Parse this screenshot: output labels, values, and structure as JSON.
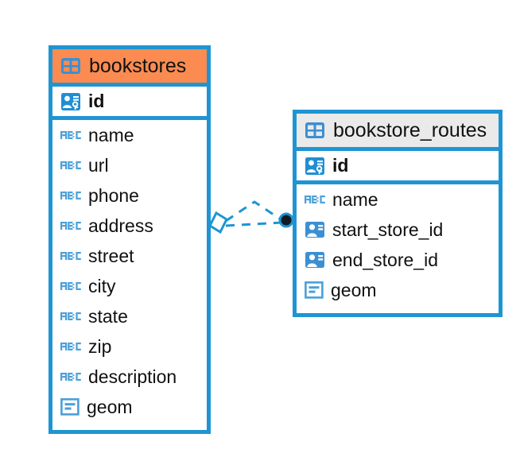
{
  "diagram": {
    "title": "",
    "accent_color": "#1e95d2",
    "header_highlight_color": "#fb8b50",
    "header_default_color": "#eaeaea",
    "tables": [
      {
        "name": "bookstores",
        "header_icon": "table-icon",
        "header_style": "orange",
        "columns": [
          {
            "name": "id",
            "icon": "primary-key-icon",
            "key": true
          },
          {
            "name": "name",
            "icon": "abc-text-icon",
            "key": false
          },
          {
            "name": "url",
            "icon": "abc-text-icon",
            "key": false
          },
          {
            "name": "phone",
            "icon": "abc-text-icon",
            "key": false
          },
          {
            "name": "address",
            "icon": "abc-text-icon",
            "key": false
          },
          {
            "name": "street",
            "icon": "abc-text-icon",
            "key": false
          },
          {
            "name": "city",
            "icon": "abc-text-icon",
            "key": false
          },
          {
            "name": "state",
            "icon": "abc-text-icon",
            "key": false
          },
          {
            "name": "zip",
            "icon": "abc-text-icon",
            "key": false
          },
          {
            "name": "description",
            "icon": "abc-text-icon",
            "key": false
          },
          {
            "name": "geom",
            "icon": "geometry-icon",
            "key": false
          }
        ]
      },
      {
        "name": "bookstore_routes",
        "header_icon": "table-icon",
        "header_style": "grey",
        "columns": [
          {
            "name": "id",
            "icon": "primary-key-icon",
            "key": true
          },
          {
            "name": "name",
            "icon": "abc-text-icon",
            "key": false
          },
          {
            "name": "start_store_id",
            "icon": "foreign-key-icon",
            "key": false
          },
          {
            "name": "end_store_id",
            "icon": "foreign-key-icon",
            "key": false
          },
          {
            "name": "geom",
            "icon": "geometry-icon",
            "key": false
          }
        ]
      }
    ],
    "relationship": {
      "from_table": "bookstores",
      "to_table": "bookstore_routes",
      "from_marker": "diamond-open-marker",
      "to_marker": "filled-circle-marker",
      "line_style": "dashed",
      "line_color": "#1e95d2"
    }
  }
}
